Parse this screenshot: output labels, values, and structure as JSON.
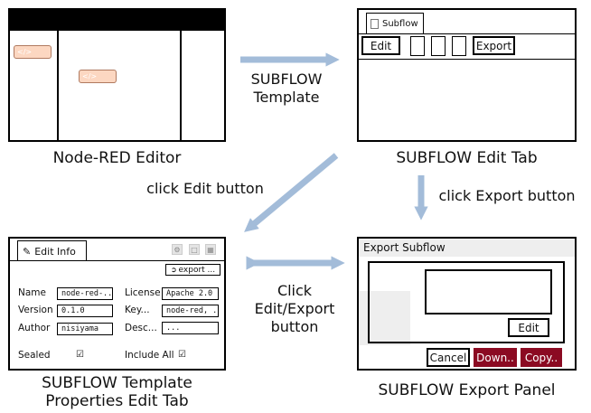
{
  "editor": {
    "caption": "Node-RED Editor",
    "node_icon": "code-icon"
  },
  "subflow_tab": {
    "tab_label": "Subflow",
    "edit_label": "Edit",
    "export_label": "Export",
    "caption": "SUBFLOW Edit Tab"
  },
  "props_tab": {
    "tab_label": "Edit Info",
    "export_label": "export ...",
    "name_label": "Name",
    "name_value": "node-red-...",
    "version_label": "Version",
    "version_value": "0.1.0",
    "author_label": "Author",
    "author_value": "nisiyama",
    "license_label": "License",
    "license_value": "Apache 2.0",
    "key_label": "Key...",
    "key_value": "node-red, ...",
    "desc_label": "Desc...",
    "desc_value": "...",
    "sealed_label": "Sealed",
    "include_label": "Include All",
    "caption_line1": "SUBFLOW Template",
    "caption_line2": "Properties Edit Tab"
  },
  "export_panel": {
    "title": "Export Subflow",
    "edit_label": "Edit",
    "cancel_label": "Cancel",
    "download_label": "Down..",
    "copy_label": "Copy..",
    "caption": "SUBFLOW Export Panel"
  },
  "arrows": {
    "template_line1": "SUBFLOW",
    "template_line2": "Template",
    "click_edit": "click Edit button",
    "click_export": "click Export button",
    "both_line1": "Click",
    "both_line2": "Edit/Export",
    "both_line3": "button"
  },
  "colors": {
    "arrow": "#a3bcd9",
    "node_fill": "#fcd7c1",
    "dark_red": "#8b0a22",
    "header_black": "#000000",
    "panel_gray": "#eeeeee"
  }
}
